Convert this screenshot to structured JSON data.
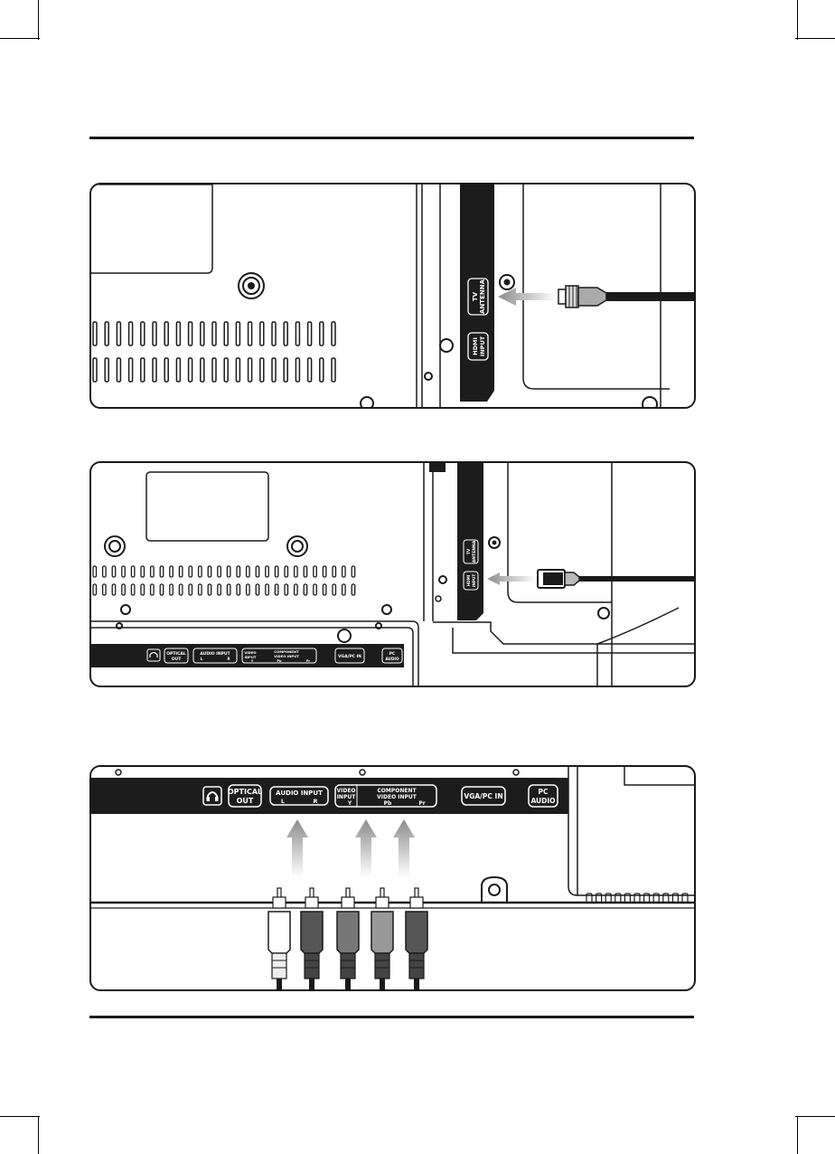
{
  "ports": {
    "tv_antenna_line1": "TV",
    "tv_antenna_line2": "ANTENNA",
    "hdmi_line1": "HDMI",
    "hdmi_line2": "INPUT",
    "headphone_icon": "headphone-icon",
    "optical_line1": "OPTICAL",
    "optical_line2": "OUT",
    "audio_input": "AUDIO INPUT",
    "audio_l": "L",
    "audio_r": "R",
    "video_input_line1": "VIDEO",
    "video_input_line2": "INPUT",
    "component_line1": "COMPONENT",
    "component_line2": "VIDEO INPUT",
    "comp_y": "Y",
    "comp_pb": "Pb",
    "comp_pr": "Pr",
    "vga_pc_in": "VGA/PC IN",
    "pc_audio_line1": "PC",
    "pc_audio_line2": "AUDIO"
  },
  "colors": {
    "ink": "#1a1a1a",
    "port_strip": "#1c1c1c",
    "arrow_gray": "#9a9a9a"
  }
}
